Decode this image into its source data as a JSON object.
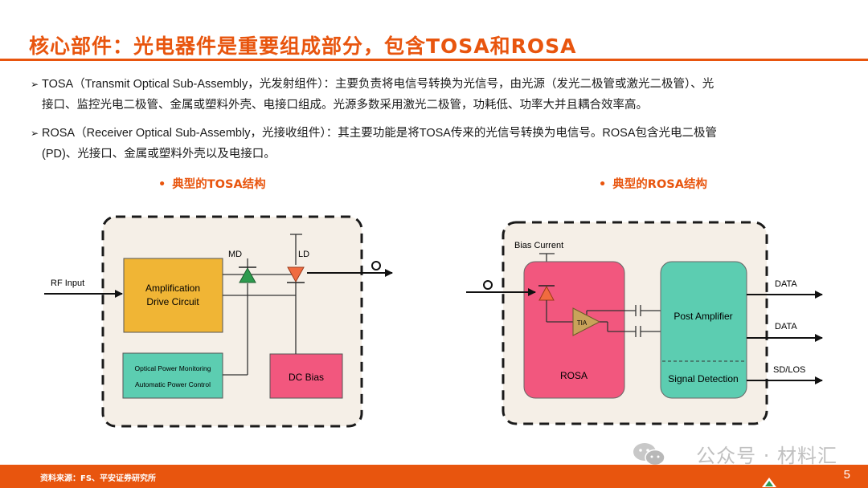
{
  "header": {
    "title": "核心部件：光电器件是重要组成部分，包含TOSA和ROSA"
  },
  "bullets": [
    {
      "arrow": "➢",
      "line1": "TOSA（Transmit Optical Sub-Assembly，光发射组件）：主要负责将电信号转换为光信号，由光源（发光二极管或激光二极管）、光",
      "line2": "接口、监控光电二极管、金属或塑料外壳、电接口组成。光源多数采用激光二极管，功耗低、功率大并且耦合效率高。"
    },
    {
      "arrow": "➢",
      "line1": "ROSA（Receiver Optical Sub-Assembly，光接收组件）：其主要功能是将TOSA传来的光信号转换为电信号。ROSA包含光电二极管",
      "line2": "(PD)、光接口、金属或塑料外壳以及电接口。"
    }
  ],
  "subtitles": {
    "bullet_dot": "•",
    "tosa": "典型的TOSA结构",
    "rosa": "典型的ROSA结构"
  },
  "tosa_diagram": {
    "rf_input": "RF Input",
    "amp_line1": "Amplification",
    "amp_line2": "Drive Circuit",
    "monitor_line1": "Optical Power Monitoring",
    "monitor_line2": "Automatic Power Control",
    "dc_bias": "DC Bias",
    "md_label": "MD",
    "ld_label": "LD"
  },
  "rosa_diagram": {
    "bias_current": "Bias Current",
    "tia": "TIA",
    "rosa_label": "ROSA",
    "post_amplifier": "Post Amplifier",
    "signal_detection": "Signal Detection",
    "out_data1": "DATA",
    "out_data2": "DATA",
    "out_sdlos": "SD/LOS"
  },
  "footer": {
    "source": "资料来源：FS、平安证券研究所",
    "page_number": "5",
    "watermark": "公众号 · 材料汇"
  },
  "colors": {
    "accent": "#e8550e",
    "box_bg": "#f5efe7",
    "amp_fill": "#f0b535",
    "teal_fill": "#5ccdb1",
    "pink_fill": "#f2577e",
    "md_green": "#2e9a4e",
    "ld_orange": "#f06b3f"
  }
}
